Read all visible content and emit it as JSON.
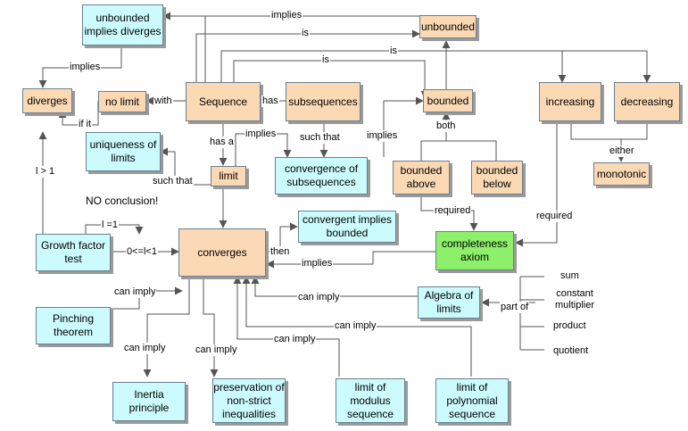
{
  "nodes": {
    "unbounded_implies_diverges": "unbounded implies diverges",
    "unbounded": "unbounded",
    "diverges": "diverges",
    "no_limit": "no limit",
    "sequence": "Sequence",
    "subsequences": "subsequences",
    "bounded": "bounded",
    "increasing": "increasing",
    "decreasing": "decreasing",
    "uniqueness_of_limits": "uniqueness of limits",
    "limit": "limit",
    "convergence_of_subsequences": "convergence of subsequences",
    "bounded_above": "bounded above",
    "bounded_below": "bounded below",
    "monotonic": "monotonic",
    "growth_factor_test": "Growth factor test",
    "converges": "converges",
    "convergent_implies_bounded": "convergent implies bounded",
    "completeness_axiom": "completeness axiom",
    "pinching_theorem": "Pinching theorem",
    "algebra_of_limits": "Algebra of limits",
    "inertia_principle": "Inertia principle",
    "preservation": "preservation of non-strict inequalities",
    "limit_of_modulus": "limit of modulus sequence",
    "limit_of_polynomial": "limit of polynomial sequence"
  },
  "labels": {
    "implies_top": "implies",
    "is_1": "is",
    "is_2": "is",
    "is_3": "is",
    "implies_left": "implies",
    "with": "with",
    "has": "has",
    "if_it": "if it",
    "has_a": "has a",
    "implies_limit": "implies",
    "such_that_1": "such that",
    "such_that_2": "such that",
    "implies_bounded": "implies",
    "both": "both",
    "either": "either",
    "l_gt_1": "l > 1",
    "no_conclusion": "NO conclusion!",
    "l_eq_1": "l =1",
    "l_range": "0<=l<1",
    "then": "then",
    "required_1": "required",
    "required_2": "required",
    "implies_converges": "implies",
    "can_imply_1": "can imply",
    "can_imply_2": "can imply",
    "can_imply_3": "can imply",
    "can_imply_4": "can imply",
    "can_imply_5": "can imply",
    "can_imply_6": "can imply",
    "part_of": "part of"
  },
  "algebra_parts": [
    "sum",
    "constant multiplier",
    "product",
    "quotient"
  ]
}
